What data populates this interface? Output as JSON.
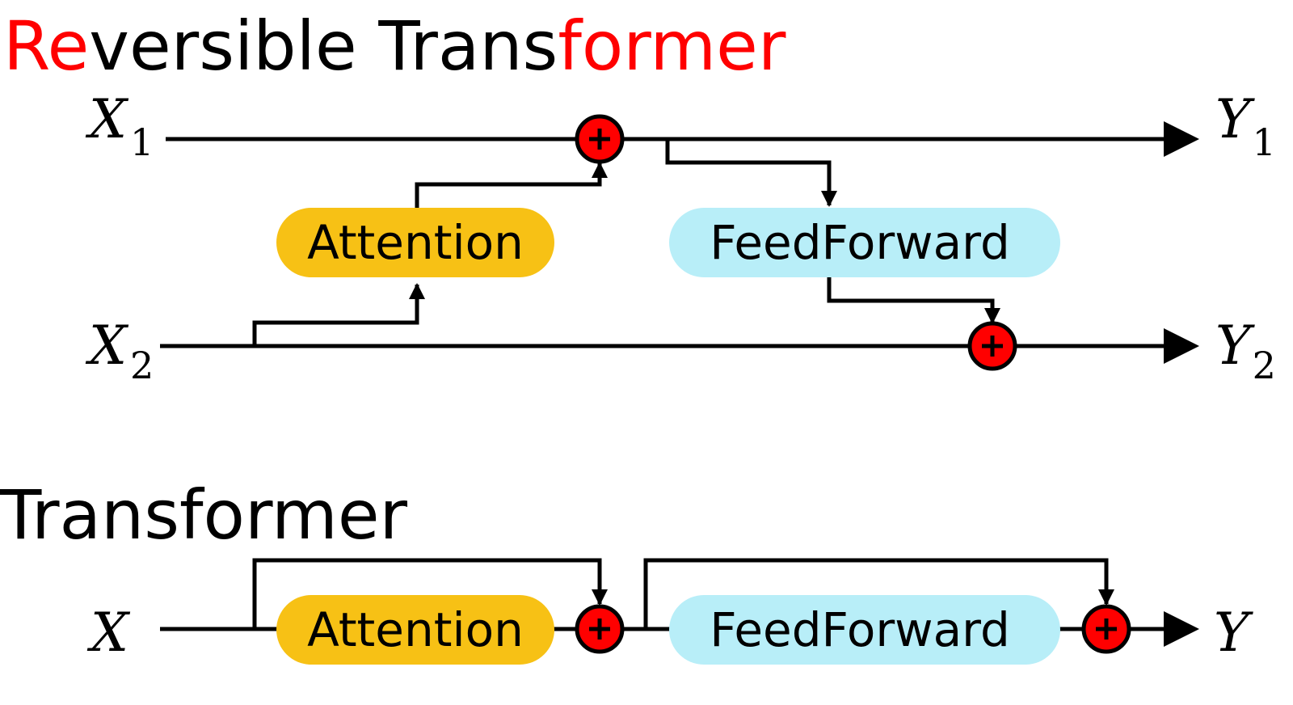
{
  "reversible": {
    "title_red_1": "Re",
    "title_black": "versible Trans",
    "title_red_2": "former",
    "x1": {
      "main": "X",
      "sub": "1"
    },
    "x2": {
      "main": "X",
      "sub": "2"
    },
    "y1": {
      "main": "Y",
      "sub": "1"
    },
    "y2": {
      "main": "Y",
      "sub": "2"
    },
    "attention_label": "Attention",
    "feedforward_label": "FeedForward"
  },
  "standard": {
    "title": "Transformer",
    "x": "X",
    "y": "Y",
    "attention_label": "Attention",
    "feedforward_label": "FeedForward"
  },
  "colors": {
    "accent_red": "#ff0000",
    "attention_fill": "#f7c115",
    "feedforward_fill": "#b8eef8"
  }
}
